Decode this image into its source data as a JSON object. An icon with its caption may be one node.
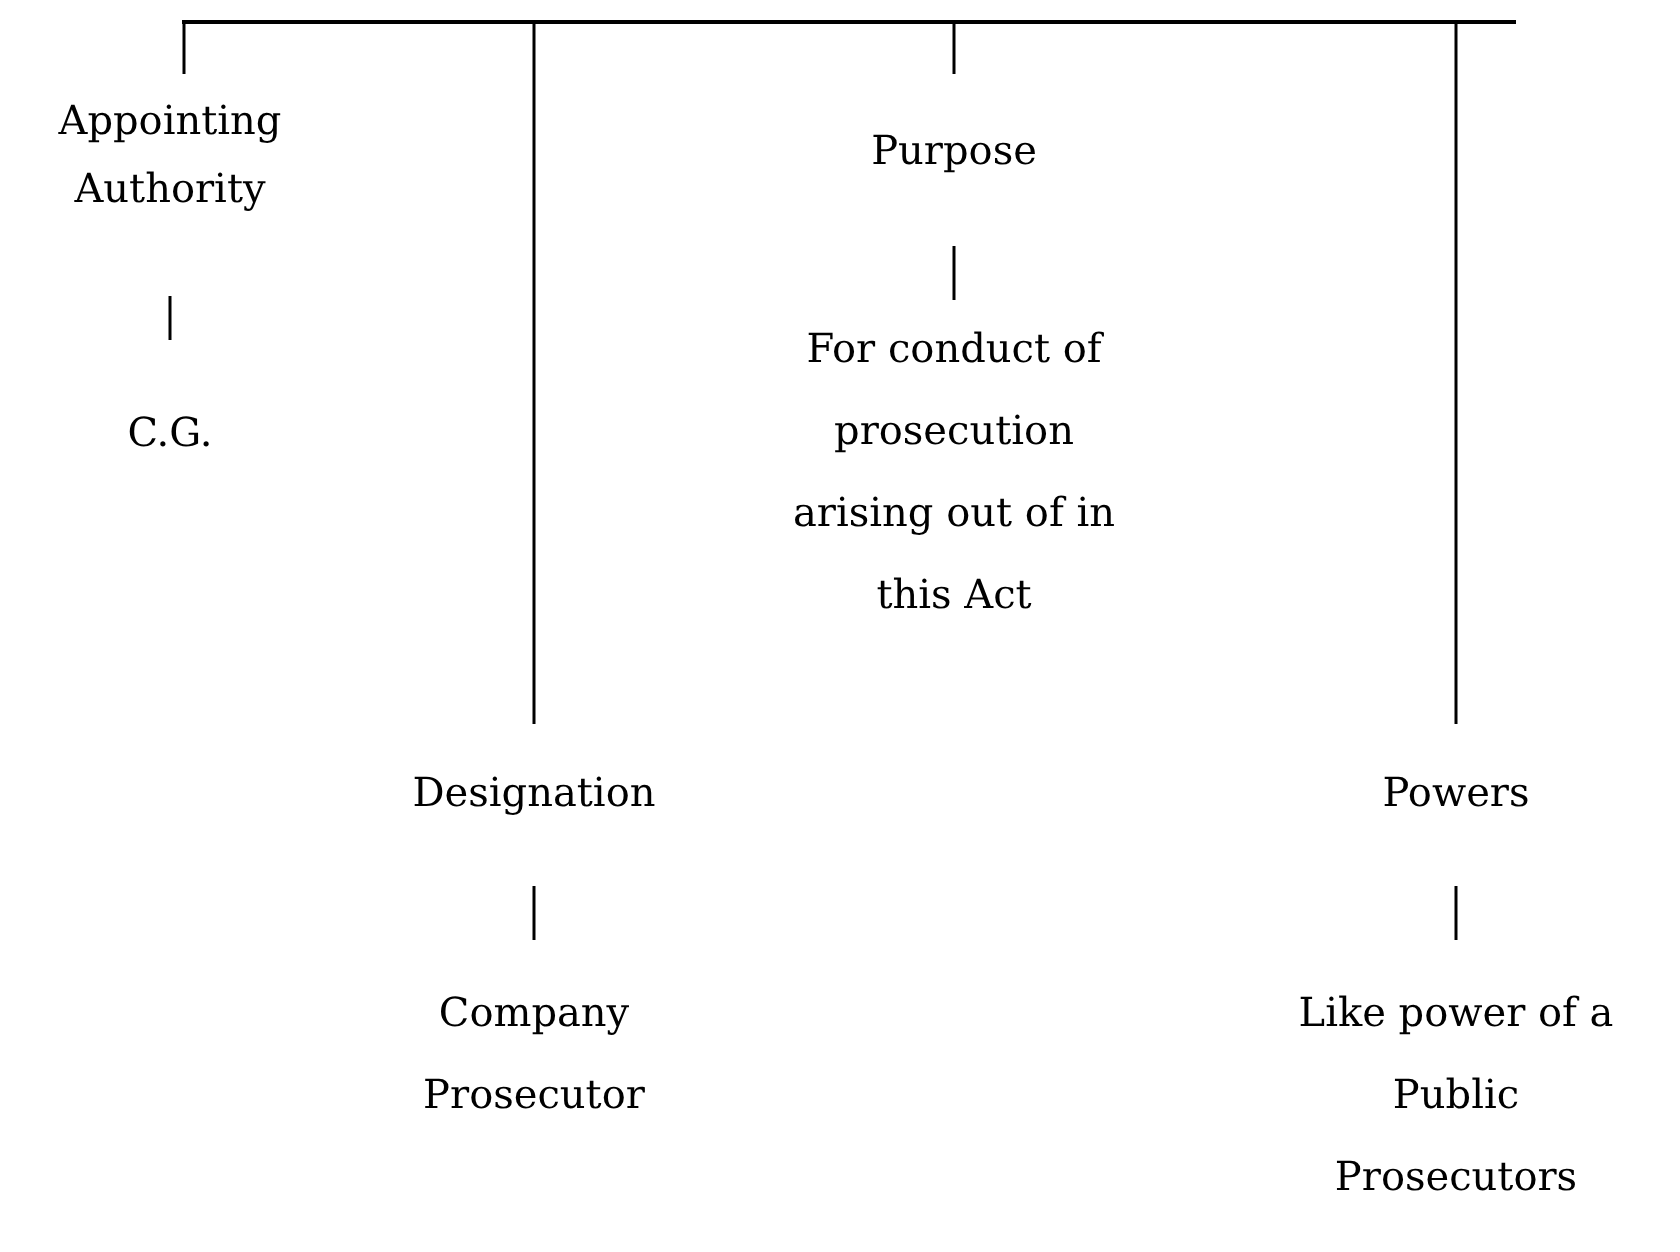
{
  "diagram": {
    "nodes": [
      {
        "text": [],
        "shape": "bar"
      },
      {
        "text": [
          "Appointing Authority"
        ]
      },
      {
        "text": [
          "C.G."
        ]
      },
      {
        "text": [
          "Purpose"
        ]
      },
      {
        "text": [
          "For conduct of prosecution arising out of in this Act"
        ]
      },
      {
        "text": [
          "Designation"
        ]
      },
      {
        "text": [
          "Company Prosecutor"
        ]
      },
      {
        "text": [
          "Powers"
        ]
      },
      {
        "text": [
          "Like power of a Public Prosecutors"
        ]
      }
    ],
    "edges": [
      {
        "from": 0,
        "to": 1,
        "arrow": "none"
      },
      {
        "from": 0,
        "to": 5,
        "arrow": "none"
      },
      {
        "from": 0,
        "to": 3,
        "arrow": "none"
      },
      {
        "from": 0,
        "to": 7,
        "arrow": "none"
      },
      {
        "from": 1,
        "to": 2,
        "arrow": "none"
      },
      {
        "from": 3,
        "to": 4,
        "arrow": "none"
      },
      {
        "from": 5,
        "to": 6,
        "arrow": "none"
      },
      {
        "from": 7,
        "to": 8,
        "arrow": "none"
      }
    ]
  }
}
